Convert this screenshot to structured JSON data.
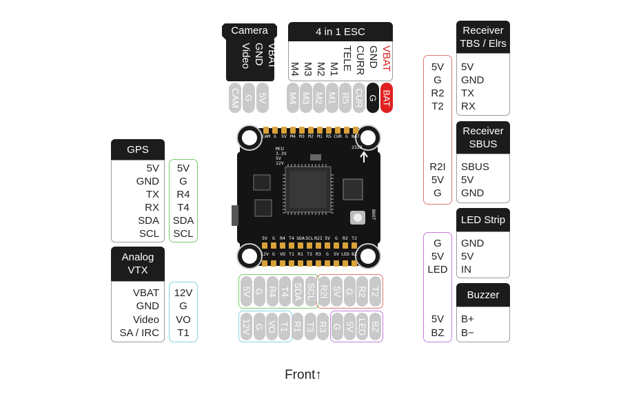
{
  "camera": {
    "title": "Camera",
    "wires": [
      "VBAT",
      "GND",
      "Video"
    ],
    "pads": [
      "5V",
      "G",
      "CAM"
    ]
  },
  "esc": {
    "title": "4 in 1 ESC",
    "wires": [
      "VBAT",
      "GND",
      "CURR",
      "TELE",
      "M1",
      "M2",
      "M3",
      "M4"
    ],
    "pads": [
      "BAT",
      "G",
      "CUR",
      "R5",
      "M1",
      "M2",
      "M3",
      "M4"
    ]
  },
  "receiver_tbs": {
    "title_line1": "Receiver",
    "title_line2": "TBS / Elrs",
    "rows": [
      "5V",
      "GND",
      "TX",
      "RX"
    ]
  },
  "receiver_sbus": {
    "title_line1": "Receiver",
    "title_line2": "SBUS",
    "rows": [
      "SBUS",
      "5V",
      "GND"
    ]
  },
  "led_strip": {
    "title": "LED Strip",
    "rows": [
      "GND",
      "5V",
      "IN"
    ]
  },
  "buzzer": {
    "title": "Buzzer",
    "rows": [
      "B+",
      "B−"
    ]
  },
  "right_pads_top": [
    "5V",
    "G",
    "R2",
    "T2"
  ],
  "right_pads_mid": [
    "R2I",
    "5V",
    "G"
  ],
  "right_pads_led": [
    "G",
    "5V",
    "LED"
  ],
  "right_pads_bz": [
    "5V",
    "BZ"
  ],
  "gps": {
    "title": "GPS",
    "labels": [
      "5V",
      "GND",
      "TX",
      "RX",
      "SDA",
      "SCL"
    ],
    "pads": [
      "5V",
      "G",
      "R4",
      "T4",
      "SDA",
      "SCL"
    ]
  },
  "vtx": {
    "title_line1": "Analog",
    "title_line2": "VTX",
    "labels": [
      "VBAT",
      "GND",
      "Video",
      "SA / IRC"
    ],
    "pads": [
      "12V",
      "G",
      "VO",
      "T1"
    ]
  },
  "bottom_row1": {
    "green": [
      "5V",
      "G",
      "R4",
      "T4",
      "SDA",
      "SCL"
    ],
    "red": [
      "R2I",
      "5V",
      "G",
      "R2",
      "T2"
    ]
  },
  "bottom_row2": {
    "cyan": [
      "12V",
      "G",
      "VO",
      "T1"
    ],
    "gray": [
      "R1",
      "T3",
      "R3"
    ],
    "purple": [
      "G",
      "5V",
      "LED",
      "BZ"
    ]
  },
  "board_top_labels": [
    "CAM",
    "G",
    "5V",
    "M4",
    "M3",
    "M2",
    "M1",
    "R5",
    "CUR",
    "G",
    "BAT"
  ],
  "board_chip_labels": [
    "MCU",
    "3.3V",
    "5V",
    "12V"
  ],
  "board_bottom_labels": [
    "5V",
    "G",
    "R4",
    "T4",
    "SDA",
    "SCL",
    "R2I",
    "5V",
    "G",
    "R2",
    "T2"
  ],
  "board_bottom_labels2": [
    "12V",
    "G",
    "VO",
    "T1",
    "R1",
    "T3",
    "R3",
    "G",
    "5V",
    "LED",
    "BZ"
  ],
  "board_boot": "BOOT",
  "board_mark": "2323",
  "front": "Front↑",
  "colors": {
    "green": "#7ac96e",
    "red": "#d9776f",
    "cyan": "#7fd5e3",
    "purple": "#c27bd6",
    "black": "#1c1c1c",
    "pill": "#c9c9c9",
    "bat": "#e02020"
  }
}
